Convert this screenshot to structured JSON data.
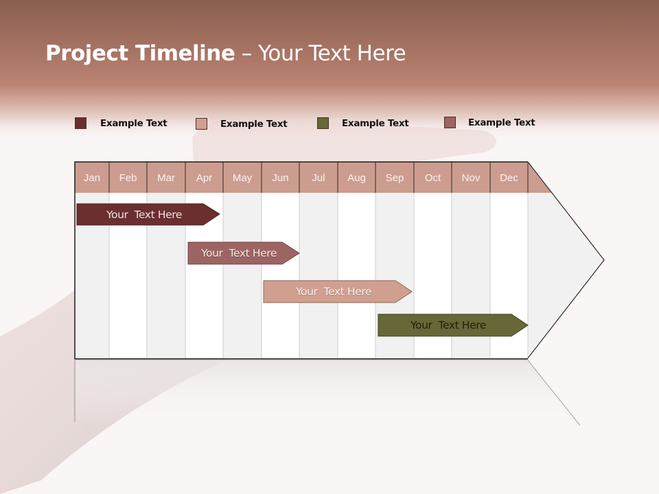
{
  "slide": {
    "title_bold": "Project Timeline",
    "title_rest": " – Your Text Here"
  },
  "legend": [
    {
      "label": "Example Text",
      "color": "#6b2f2f"
    },
    {
      "label": "Example Text",
      "color": "#d19f8f"
    },
    {
      "label": "Example Text",
      "color": "#676737"
    },
    {
      "label": "Example Text",
      "color": "#9c6463"
    }
  ],
  "timeline": {
    "months": [
      "Jan",
      "Feb",
      "Mar",
      "Apr",
      "May",
      "Jun",
      "Jul",
      "Aug",
      "Sep",
      "Oct",
      "Nov",
      "Dec"
    ],
    "header_color": "#cc9d8f",
    "tasks": [
      {
        "label": "Your  Text Here",
        "color": "#6b2f2f",
        "text_color": "#f4e8e6",
        "start_month": "Jan",
        "end_month": "Apr"
      },
      {
        "label": "Your  Text Here",
        "color": "#9c6463",
        "text_color": "#f4e8e6",
        "start_month": "Apr",
        "end_month": "Jun"
      },
      {
        "label": "Your  Text Here",
        "color": "#d19f8f",
        "text_color": "#fbf1ee",
        "start_month": "Jun",
        "end_month": "Sep"
      },
      {
        "label": "Your  Text Here",
        "color": "#676737",
        "text_color": "#1e1e10",
        "start_month": "Sep",
        "end_month": "Dec"
      }
    ]
  }
}
